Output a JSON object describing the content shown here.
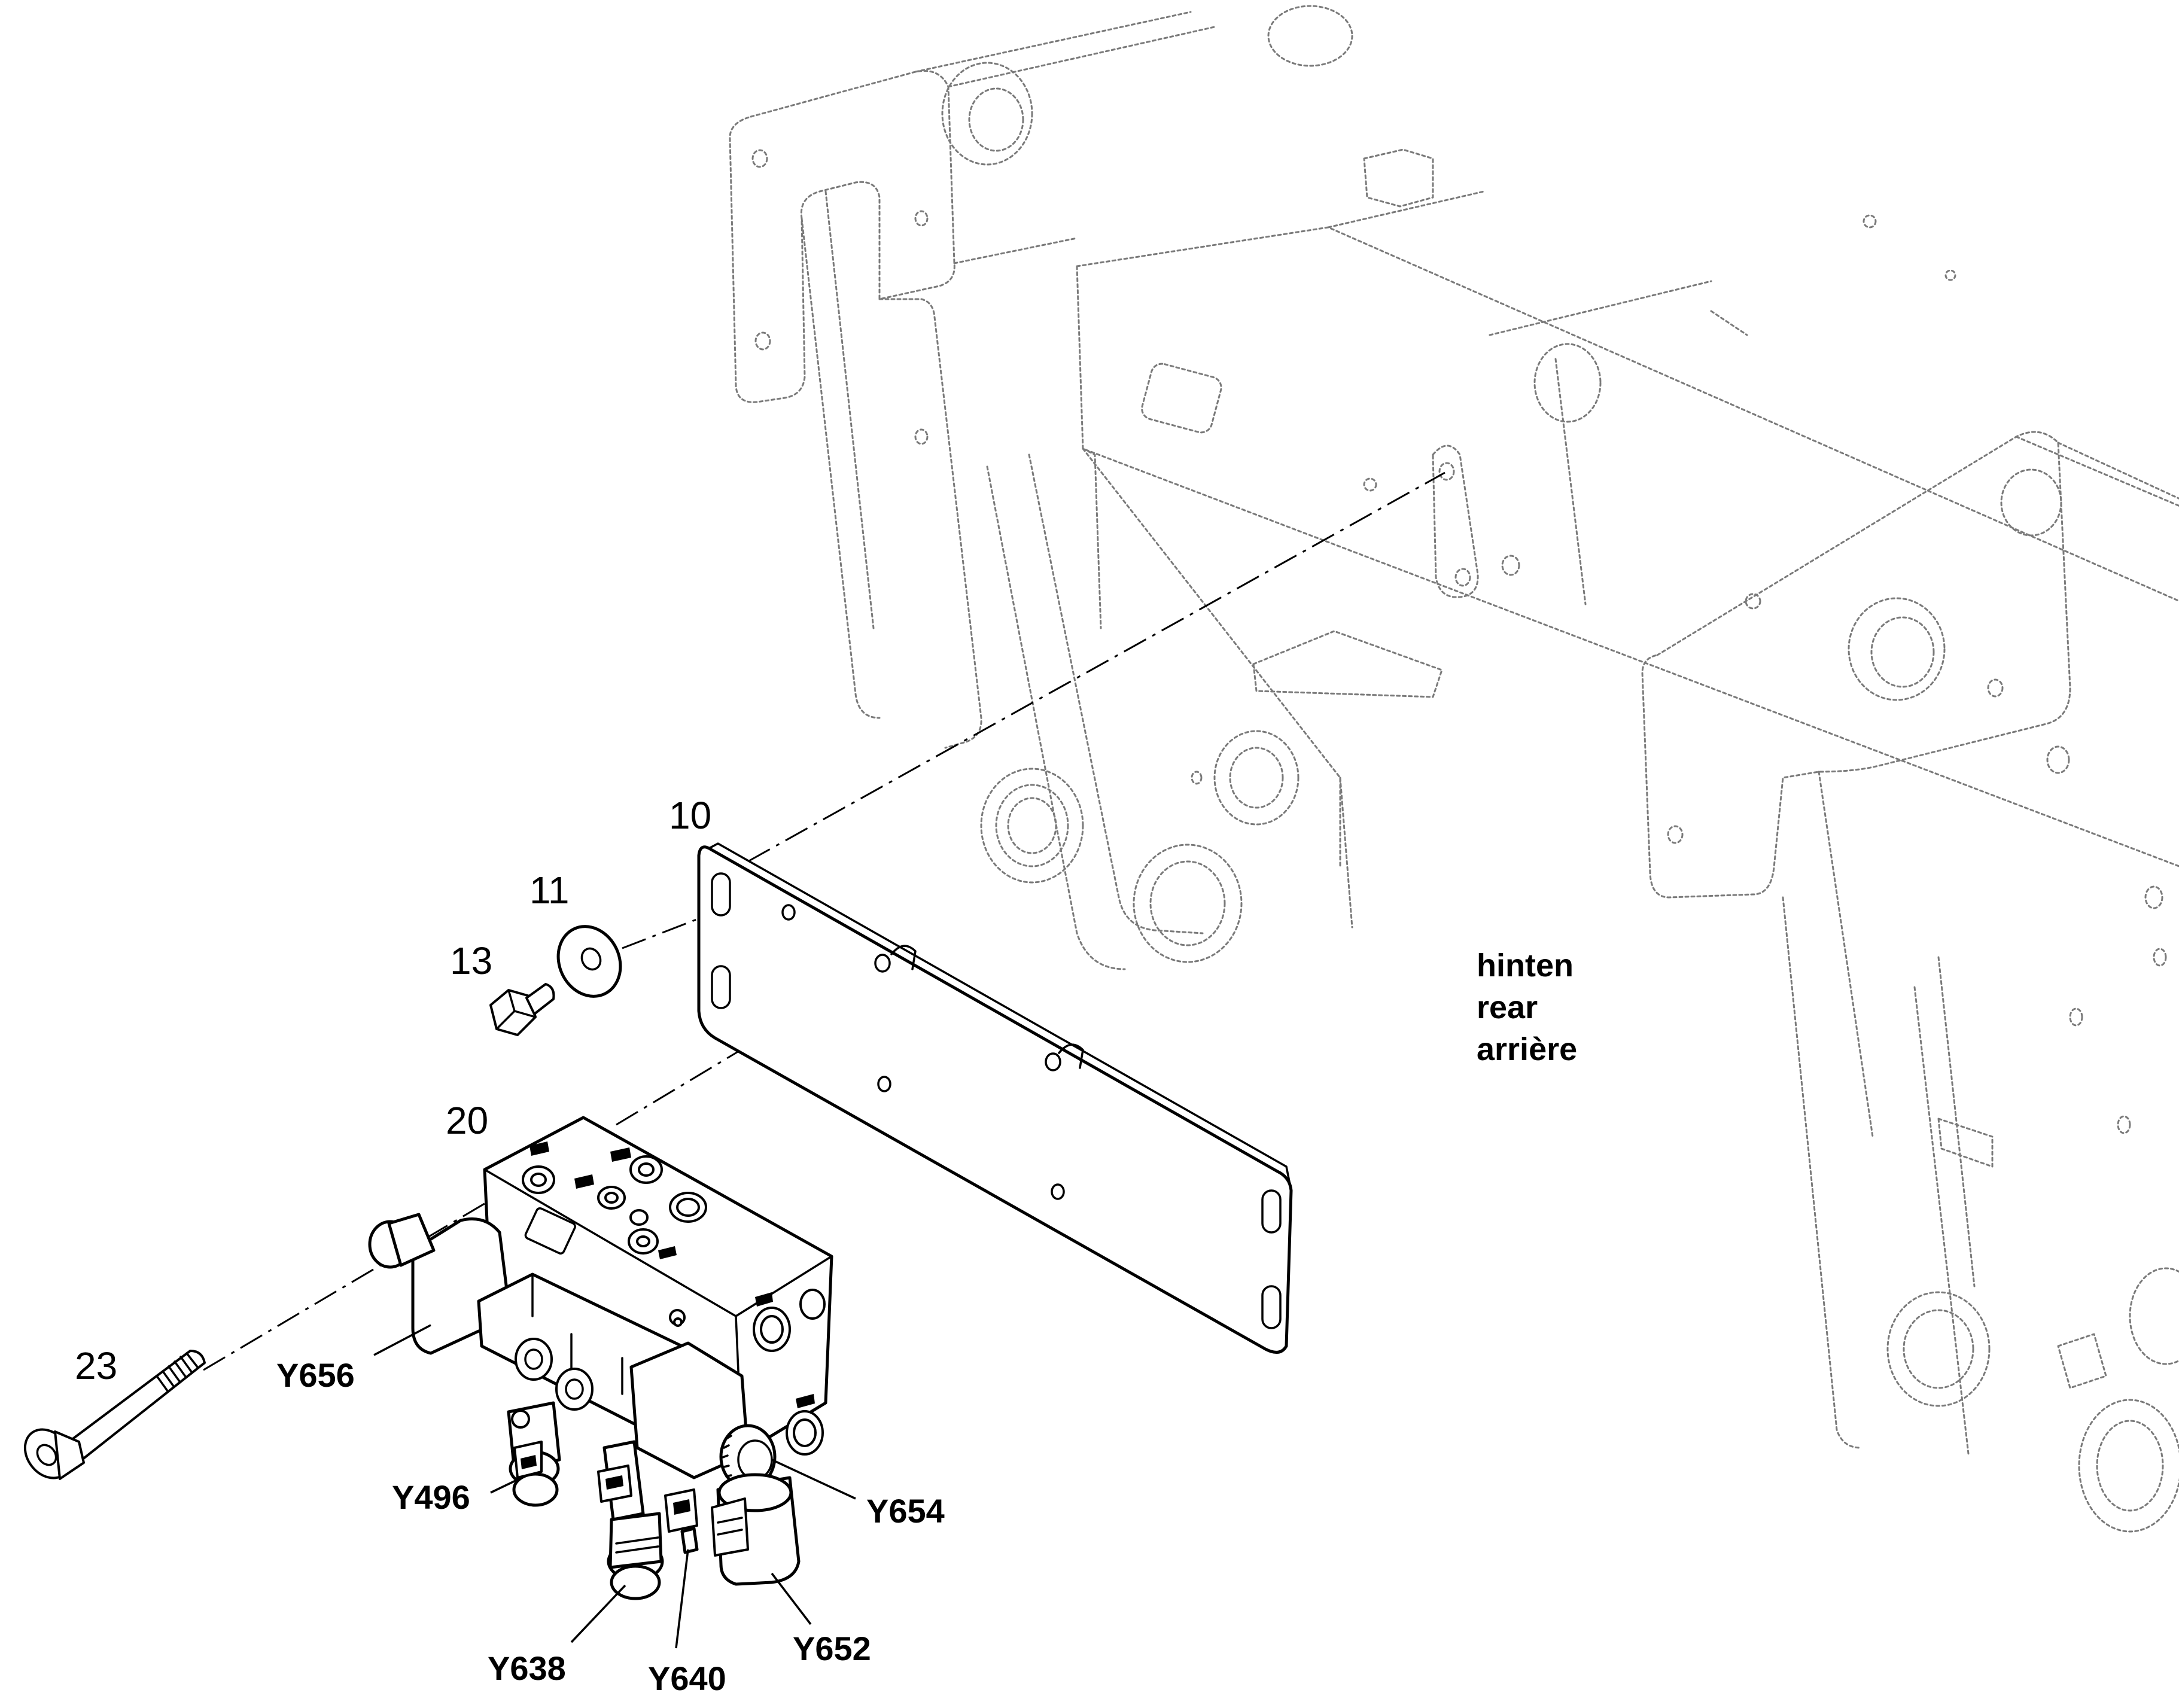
{
  "item_numbers": {
    "plate": "10",
    "washer": "11",
    "bolt_short": "13",
    "valve_block": "20",
    "bolt_long": "23"
  },
  "solenoids": {
    "y656": "Y656",
    "y496": "Y496",
    "y654": "Y654",
    "y638": "Y638",
    "y640": "Y640",
    "y652": "Y652"
  },
  "direction": {
    "de": "hinten",
    "en": "rear",
    "fr": "arrière"
  }
}
